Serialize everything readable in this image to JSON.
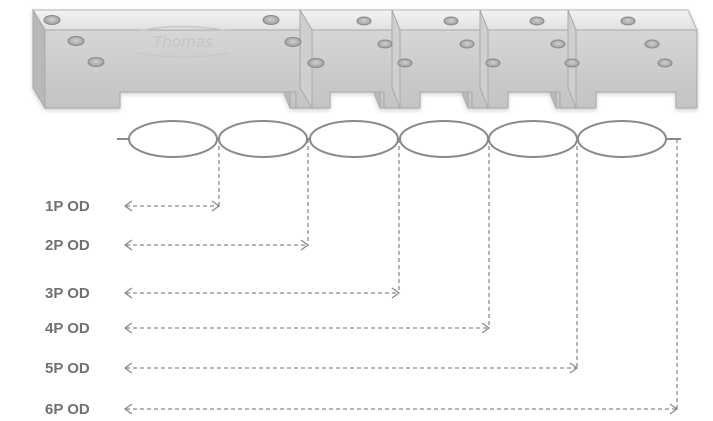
{
  "brand": {
    "logo_text": "Thomas"
  },
  "diagram": {
    "rings": 6,
    "modules": 5,
    "dimension_labels": [
      "1P OD",
      "2P OD",
      "3P OD",
      "4P OD",
      "5P OD",
      "6P OD"
    ]
  }
}
